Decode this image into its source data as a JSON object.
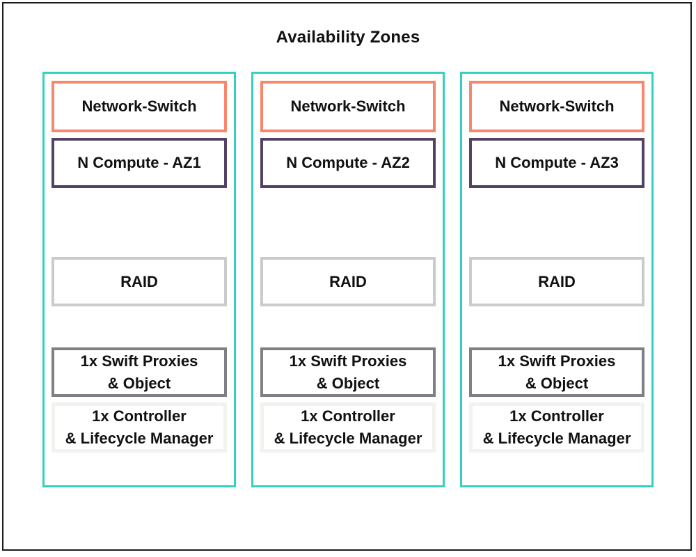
{
  "title": "Availability Zones",
  "colors": {
    "outer_border": "#1a1a1a",
    "zone_border": "#35d0c2",
    "switch_border": "#f8876b",
    "compute_border": "#544263",
    "raid_border": "#c9cbcd",
    "swift_border": "#7e8085",
    "controller_border": "#f2f2ef",
    "text": "#111111"
  },
  "zones": [
    {
      "id": "AZ1",
      "network_switch": "Network-Switch",
      "compute": "N Compute - AZ1",
      "raid": "RAID",
      "swift_line1": "1x Swift Proxies",
      "swift_line2": "& Object",
      "controller_line1": "1x Controller",
      "controller_line2": "& Lifecycle Manager"
    },
    {
      "id": "AZ2",
      "network_switch": "Network-Switch",
      "compute": "N Compute - AZ2",
      "raid": "RAID",
      "swift_line1": "1x Swift Proxies",
      "swift_line2": "& Object",
      "controller_line1": "1x Controller",
      "controller_line2": "& Lifecycle Manager"
    },
    {
      "id": "AZ3",
      "network_switch": "Network-Switch",
      "compute": "N Compute - AZ3",
      "raid": "RAID",
      "swift_line1": "1x Swift Proxies",
      "swift_line2": "& Object",
      "controller_line1": "1x Controller",
      "controller_line2": "& Lifecycle Manager"
    }
  ]
}
